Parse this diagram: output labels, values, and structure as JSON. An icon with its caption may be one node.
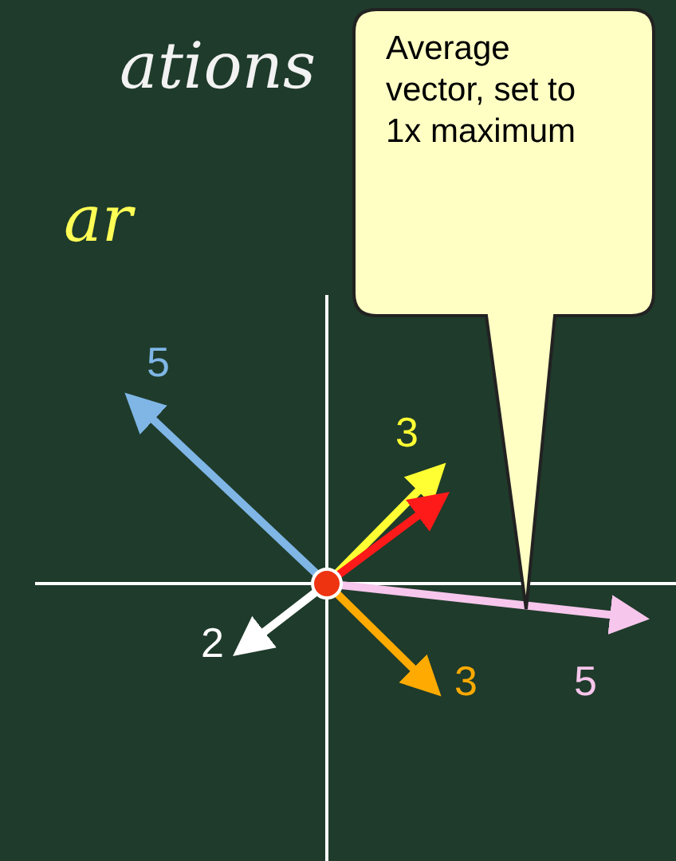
{
  "diagram": {
    "nodes": [
      {
        "text": [
          "Average vector, set to 1x maximum"
        ]
      }
    ],
    "labels": [
      "ations",
      "ar",
      "5",
      "3",
      "2",
      "3",
      "5"
    ]
  }
}
